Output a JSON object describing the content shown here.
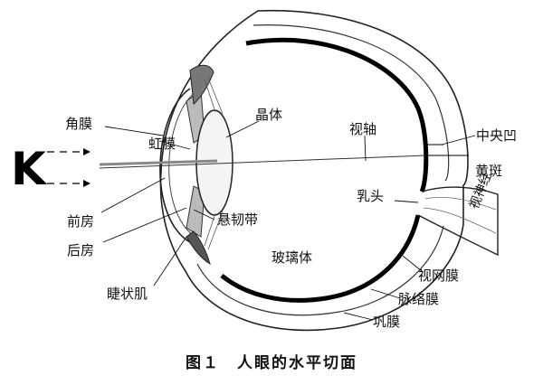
{
  "letter": "K",
  "labels": {
    "cornea": "角膜",
    "iris": "虹膜",
    "lens": "晶体",
    "visual_axis": "视轴",
    "fovea": "中央凹",
    "macula": "黄斑",
    "papilla": "乳头",
    "optic_nerve": "视神经",
    "anterior_chamber": "前房",
    "posterior_chamber": "后房",
    "zonule": "悬韧带",
    "ciliary_muscle": "睫状肌",
    "vitreous": "玻璃体",
    "retina": "视网膜",
    "choroid": "脉络膜",
    "sclera": "巩膜"
  },
  "caption": "图１　人眼的水平切面",
  "colors": {
    "ink": "#111111",
    "retina": "#000000",
    "background": "#ffffff"
  }
}
